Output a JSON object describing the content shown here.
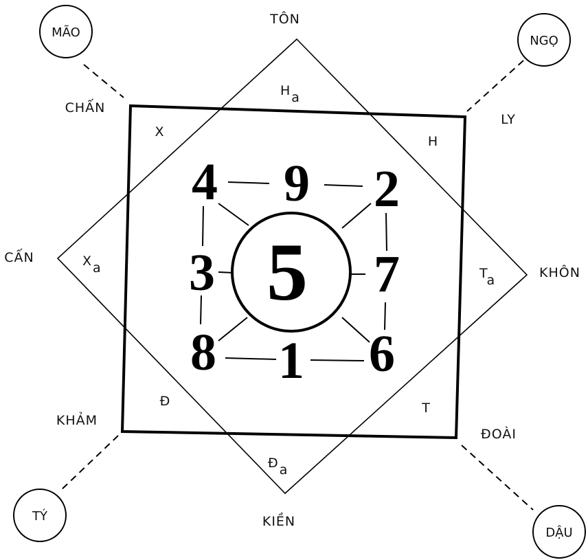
{
  "directions": {
    "top": "TÔN",
    "top_left": "CHẤN",
    "top_right": "LY",
    "left": "CẤN",
    "right": "KHÔN",
    "bottom_left": "KHẢM",
    "bottom_right": "ĐOÀI",
    "bottom": "KIỀN"
  },
  "animals": {
    "top_left": "MÃO",
    "top_right": "NGỌ",
    "bottom_left": "TÝ",
    "bottom_right": "DẬU"
  },
  "square_corners": {
    "top_left": "X",
    "top_right": "H",
    "bottom_left": "Đ",
    "bottom_right": "T"
  },
  "diamond_points": {
    "top": {
      "base": "H",
      "sub": "a"
    },
    "left": {
      "base": "X",
      "sub": "a"
    },
    "right": {
      "base": "T",
      "sub": "a"
    },
    "bottom": {
      "base": "Đ",
      "sub": "a"
    }
  },
  "grid": {
    "top_left": "4",
    "top": "9",
    "top_right": "2",
    "left": "3",
    "center": "5",
    "right": "7",
    "bottom_left": "8",
    "bottom": "1",
    "bottom_right": "6"
  }
}
